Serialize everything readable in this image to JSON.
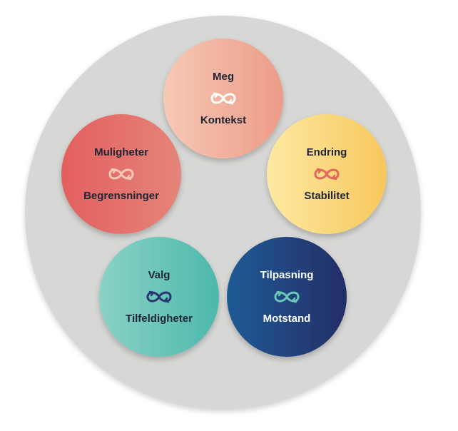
{
  "diagram": {
    "bubbles": [
      {
        "top": "Meg",
        "bottom": "Kontekst",
        "fill_from": "#f6c9b5",
        "fill_to": "#ec9c88",
        "icon_color": "#ffffff"
      },
      {
        "top": "Endring",
        "bottom": "Stabilitet",
        "fill_from": "#fde9a3",
        "fill_to": "#f7c75b",
        "icon_color": "#e0675c"
      },
      {
        "top": "Muligheter",
        "bottom": "Begrensninger",
        "fill_from": "#e35f5e",
        "fill_to": "#e4857a",
        "icon_color": "#f7c9b7"
      },
      {
        "top": "Valg",
        "bottom": "Tilfeldigheter",
        "fill_from": "#8ad2c6",
        "fill_to": "#4db8ac",
        "icon_color": "#263570"
      },
      {
        "top": "Tilpasning",
        "bottom": "Motstand",
        "fill_from": "#1f5a95",
        "fill_to": "#232e66",
        "icon_color": "#6cc8bb"
      }
    ],
    "background_color": "#d7d8d5",
    "icon": "infinity-loop-arrows-icon"
  }
}
